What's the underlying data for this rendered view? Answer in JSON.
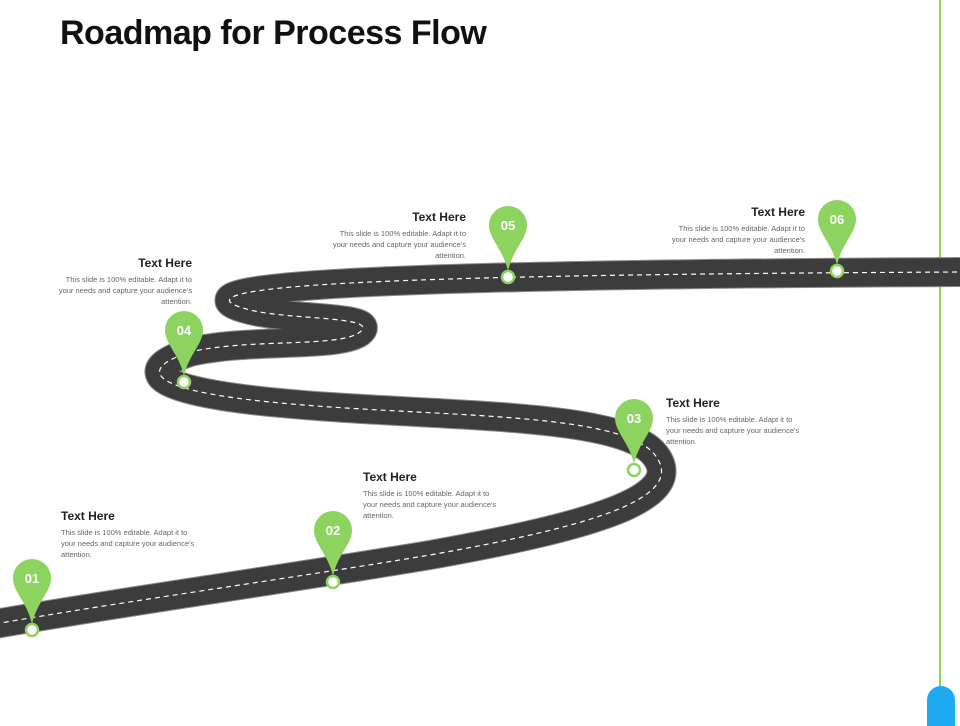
{
  "slide": {
    "title": "Roadmap for Process Flow",
    "colors": {
      "road": "#3c3c3c",
      "road_shadow": "#888888",
      "dash": "#ffffff",
      "pin": "#8dd35f",
      "pin_dot_fill": "#ffffff",
      "edge_line": "#8dd35f",
      "edge_tab": "#1eaaf1"
    },
    "milestones": [
      {
        "number": "01",
        "heading": "Text Here",
        "body": "This slide is 100% editable. Adapt it to your needs and capture your audience's attention."
      },
      {
        "number": "02",
        "heading": "Text Here",
        "body": "This slide is 100% editable. Adapt it to your needs and capture your audience's attention."
      },
      {
        "number": "03",
        "heading": "Text Here",
        "body": "This slide is 100% editable. Adapt it to your needs and capture your audience's attention."
      },
      {
        "number": "04",
        "heading": "Text Here",
        "body": "This slide is 100% editable. Adapt it to your needs and capture your audience's attention."
      },
      {
        "number": "05",
        "heading": "Text Here",
        "body": "This slide is 100% editable. Adapt it to your needs and capture your audience's attention."
      },
      {
        "number": "06",
        "heading": "Text Here",
        "body": "This slide is 100% editable. Adapt it to your needs and capture your audience's attention."
      }
    ]
  }
}
